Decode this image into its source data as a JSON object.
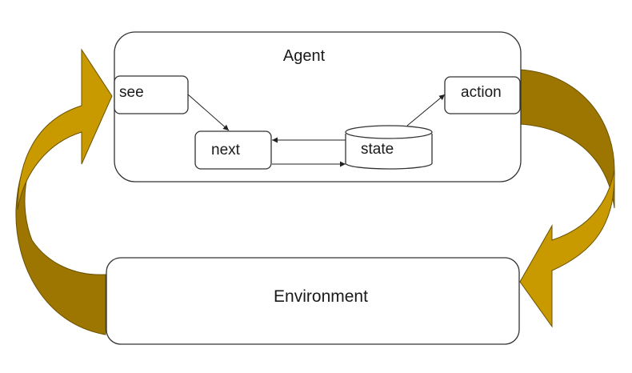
{
  "agent": {
    "title": "Agent"
  },
  "nodes": {
    "see": "see",
    "next": "next",
    "state": "state",
    "action": "action"
  },
  "environment": {
    "label": "Environment"
  },
  "colors": {
    "arrow_light": "#c89a00",
    "arrow_dark": "#9c7600",
    "box_stroke": "#333333",
    "text": "#1a1a1a"
  }
}
